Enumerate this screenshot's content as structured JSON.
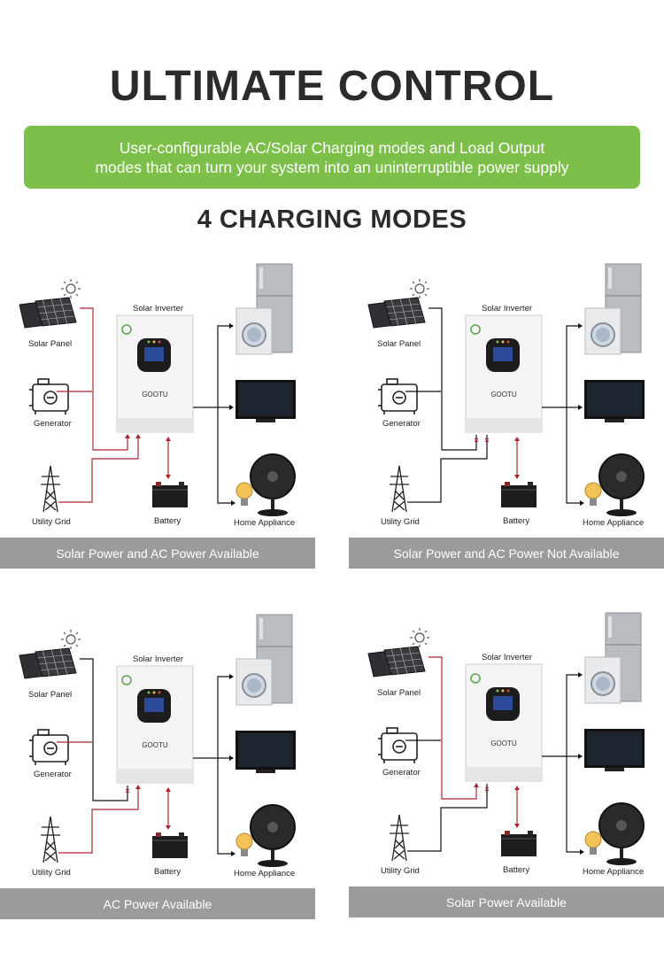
{
  "header": {
    "title": "ULTIMATE CONTROL",
    "banner_line1": "User-configurable AC/Solar Charging modes and Load Output",
    "banner_line2": "modes that can turn your system into an uninterruptible power supply",
    "subtitle": "4 CHARGING MODES"
  },
  "colors": {
    "banner": "#7cc04a",
    "caption": "#9b9b9b",
    "red_line": "#b0252d",
    "black_line": "#111111"
  },
  "labels": {
    "solar_panel": "Solar Panel",
    "generator": "Generator",
    "utility_grid": "Utility Grid",
    "inverter": "Solar Inverter",
    "battery": "Battery",
    "home_appliance": "Home Appliance",
    "brand": "GOOTU"
  },
  "modes": [
    {
      "caption": "Solar Power and AC Power Available",
      "solar_charging": true,
      "ac_charging": true,
      "battery_flow": true
    },
    {
      "caption": "Solar Power and AC Power Not Available",
      "solar_charging": false,
      "ac_charging": false,
      "battery_flow": true
    },
    {
      "caption": "AC Power Available",
      "solar_charging": false,
      "ac_charging": true,
      "battery_flow": false
    },
    {
      "caption": "Solar Power Available",
      "solar_charging": true,
      "ac_charging": false,
      "battery_flow": false
    }
  ]
}
